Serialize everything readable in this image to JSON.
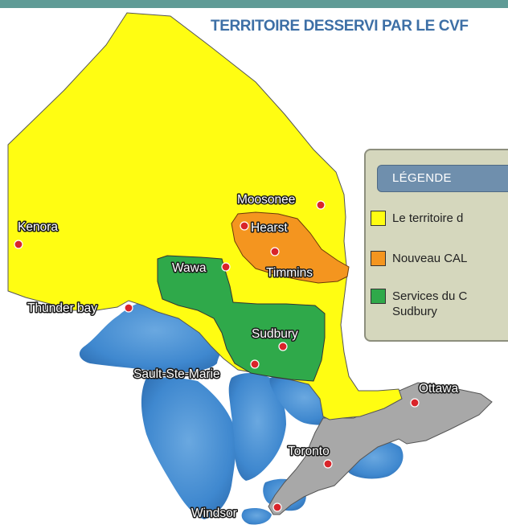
{
  "title": "TERRITOIRE DESSERVI PAR LE CVF",
  "colors": {
    "territory": "#fffd12",
    "new_service": "#f4951f",
    "sudbury_services": "#2fa94a",
    "water": "#3f88cf",
    "south_region": "#a8a8a8",
    "city_marker": "#d9242a"
  },
  "cities": {
    "moosonee": "Moosonee",
    "kenora": "Kenora",
    "hearst": "Hearst",
    "wawa": "Wawa",
    "timmins": "Timmins",
    "thunder_bay": "Thunder bay",
    "sudbury": "Sudbury",
    "sault_ste_marie": "Sault-Ste-Marie",
    "ottawa": "Ottawa",
    "toronto": "Toronto",
    "windsor": "Windsor"
  },
  "legend": {
    "title": "LÉGENDE",
    "items": [
      {
        "label": "Le territoire d",
        "label2": "",
        "color": "#fffd12"
      },
      {
        "label": "Nouveau CAL",
        "label2": "",
        "color": "#f4951f"
      },
      {
        "label": "Services du C",
        "label2": "Sudbury",
        "color": "#2fa94a"
      }
    ]
  }
}
